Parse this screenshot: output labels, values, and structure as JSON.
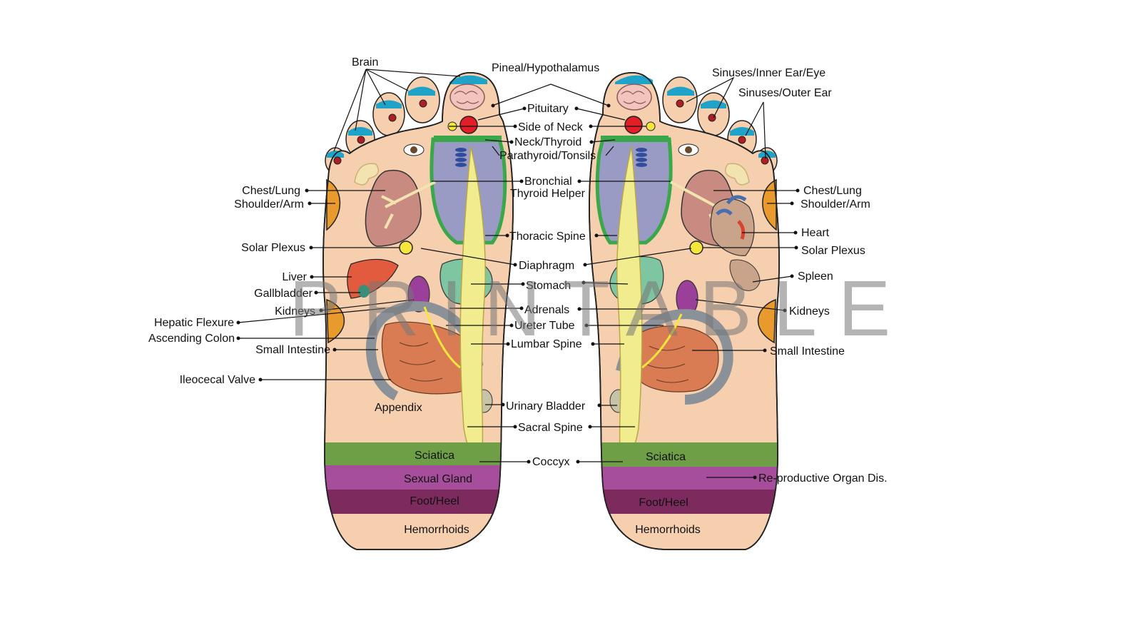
{
  "watermark": "PRINTABLE",
  "colors": {
    "skin": "#f5cfae",
    "skin_outline": "#222222",
    "toe_cap": "#1fa3c9",
    "toe_point": "#b01e23",
    "lung_panel": "#9a9bc4",
    "green_band": "#3aa84a",
    "spine": "#f1ed8f",
    "shoulder": "#e89a2c",
    "liver": "#e25b3e",
    "kidney": "#9c3f9a",
    "stomach": "#7ec6a2",
    "colon": "#8a9199",
    "intestine": "#d97c54",
    "solar_plexus": "#f5e63c",
    "sciatica": "#6e9e45",
    "sexual_gland": "#a64d9c",
    "foot_heel": "#7d2a5e"
  },
  "left_labels": {
    "brain": "Brain",
    "chest_lung": "Chest/Lung",
    "shoulder_arm": "Shoulder/Arm",
    "solar_plexus": "Solar Plexus",
    "liver": "Liver",
    "gallbladder": "Gallbladder",
    "kidneys": "Kidneys",
    "hepatic_flexure": "Hepatic Flexure",
    "ascending_colon": "Ascending Colon",
    "small_intestine": "Small Intestine",
    "ileocecal_valve": "Ileocecal Valve",
    "appendix": "Appendix"
  },
  "center_labels": {
    "pineal": "Pineal/Hypothalamus",
    "pituitary": "Pituitary",
    "side_of_neck": "Side of Neck",
    "neck_thyroid": "Neck/Thyroid",
    "parathyroid": "Parathyroid/Tonsils",
    "bronchial": "Bronchial",
    "thyroid_helper": "Thyroid Helper",
    "thoracic_spine": "Thoracic Spine",
    "diaphragm": "Diaphragm",
    "stomach": "Stomach",
    "adrenals": "Adrenals",
    "ureter_tube": "Ureter Tube",
    "lumbar_spine": "Lumbar Spine",
    "urinary_bladder": "Urinary Bladder",
    "sacral_spine": "Sacral Spine",
    "coccyx": "Coccyx"
  },
  "right_labels": {
    "sinuses_inner": "Sinuses/Inner Ear/Eye",
    "sinuses_outer": "Sinuses/Outer Ear",
    "chest_lung": "Chest/Lung",
    "shoulder_arm": "Shoulder/Arm",
    "heart": "Heart",
    "solar_plexus": "Solar Plexus",
    "spleen": "Spleen",
    "kidneys": "Kidneys",
    "small_intestine": "Small Intestine",
    "reproductive": "Re-productive Organ Dis."
  },
  "left_zones": {
    "sciatica": "Sciatica",
    "sexual_gland": "Sexual Gland",
    "foot_heel": "Foot/Heel",
    "hemorrhoids": "Hemorrhoids"
  },
  "right_zones": {
    "sciatica": "Sciatica",
    "foot_heel": "Foot/Heel",
    "hemorrhoids": "Hemorrhoids"
  }
}
